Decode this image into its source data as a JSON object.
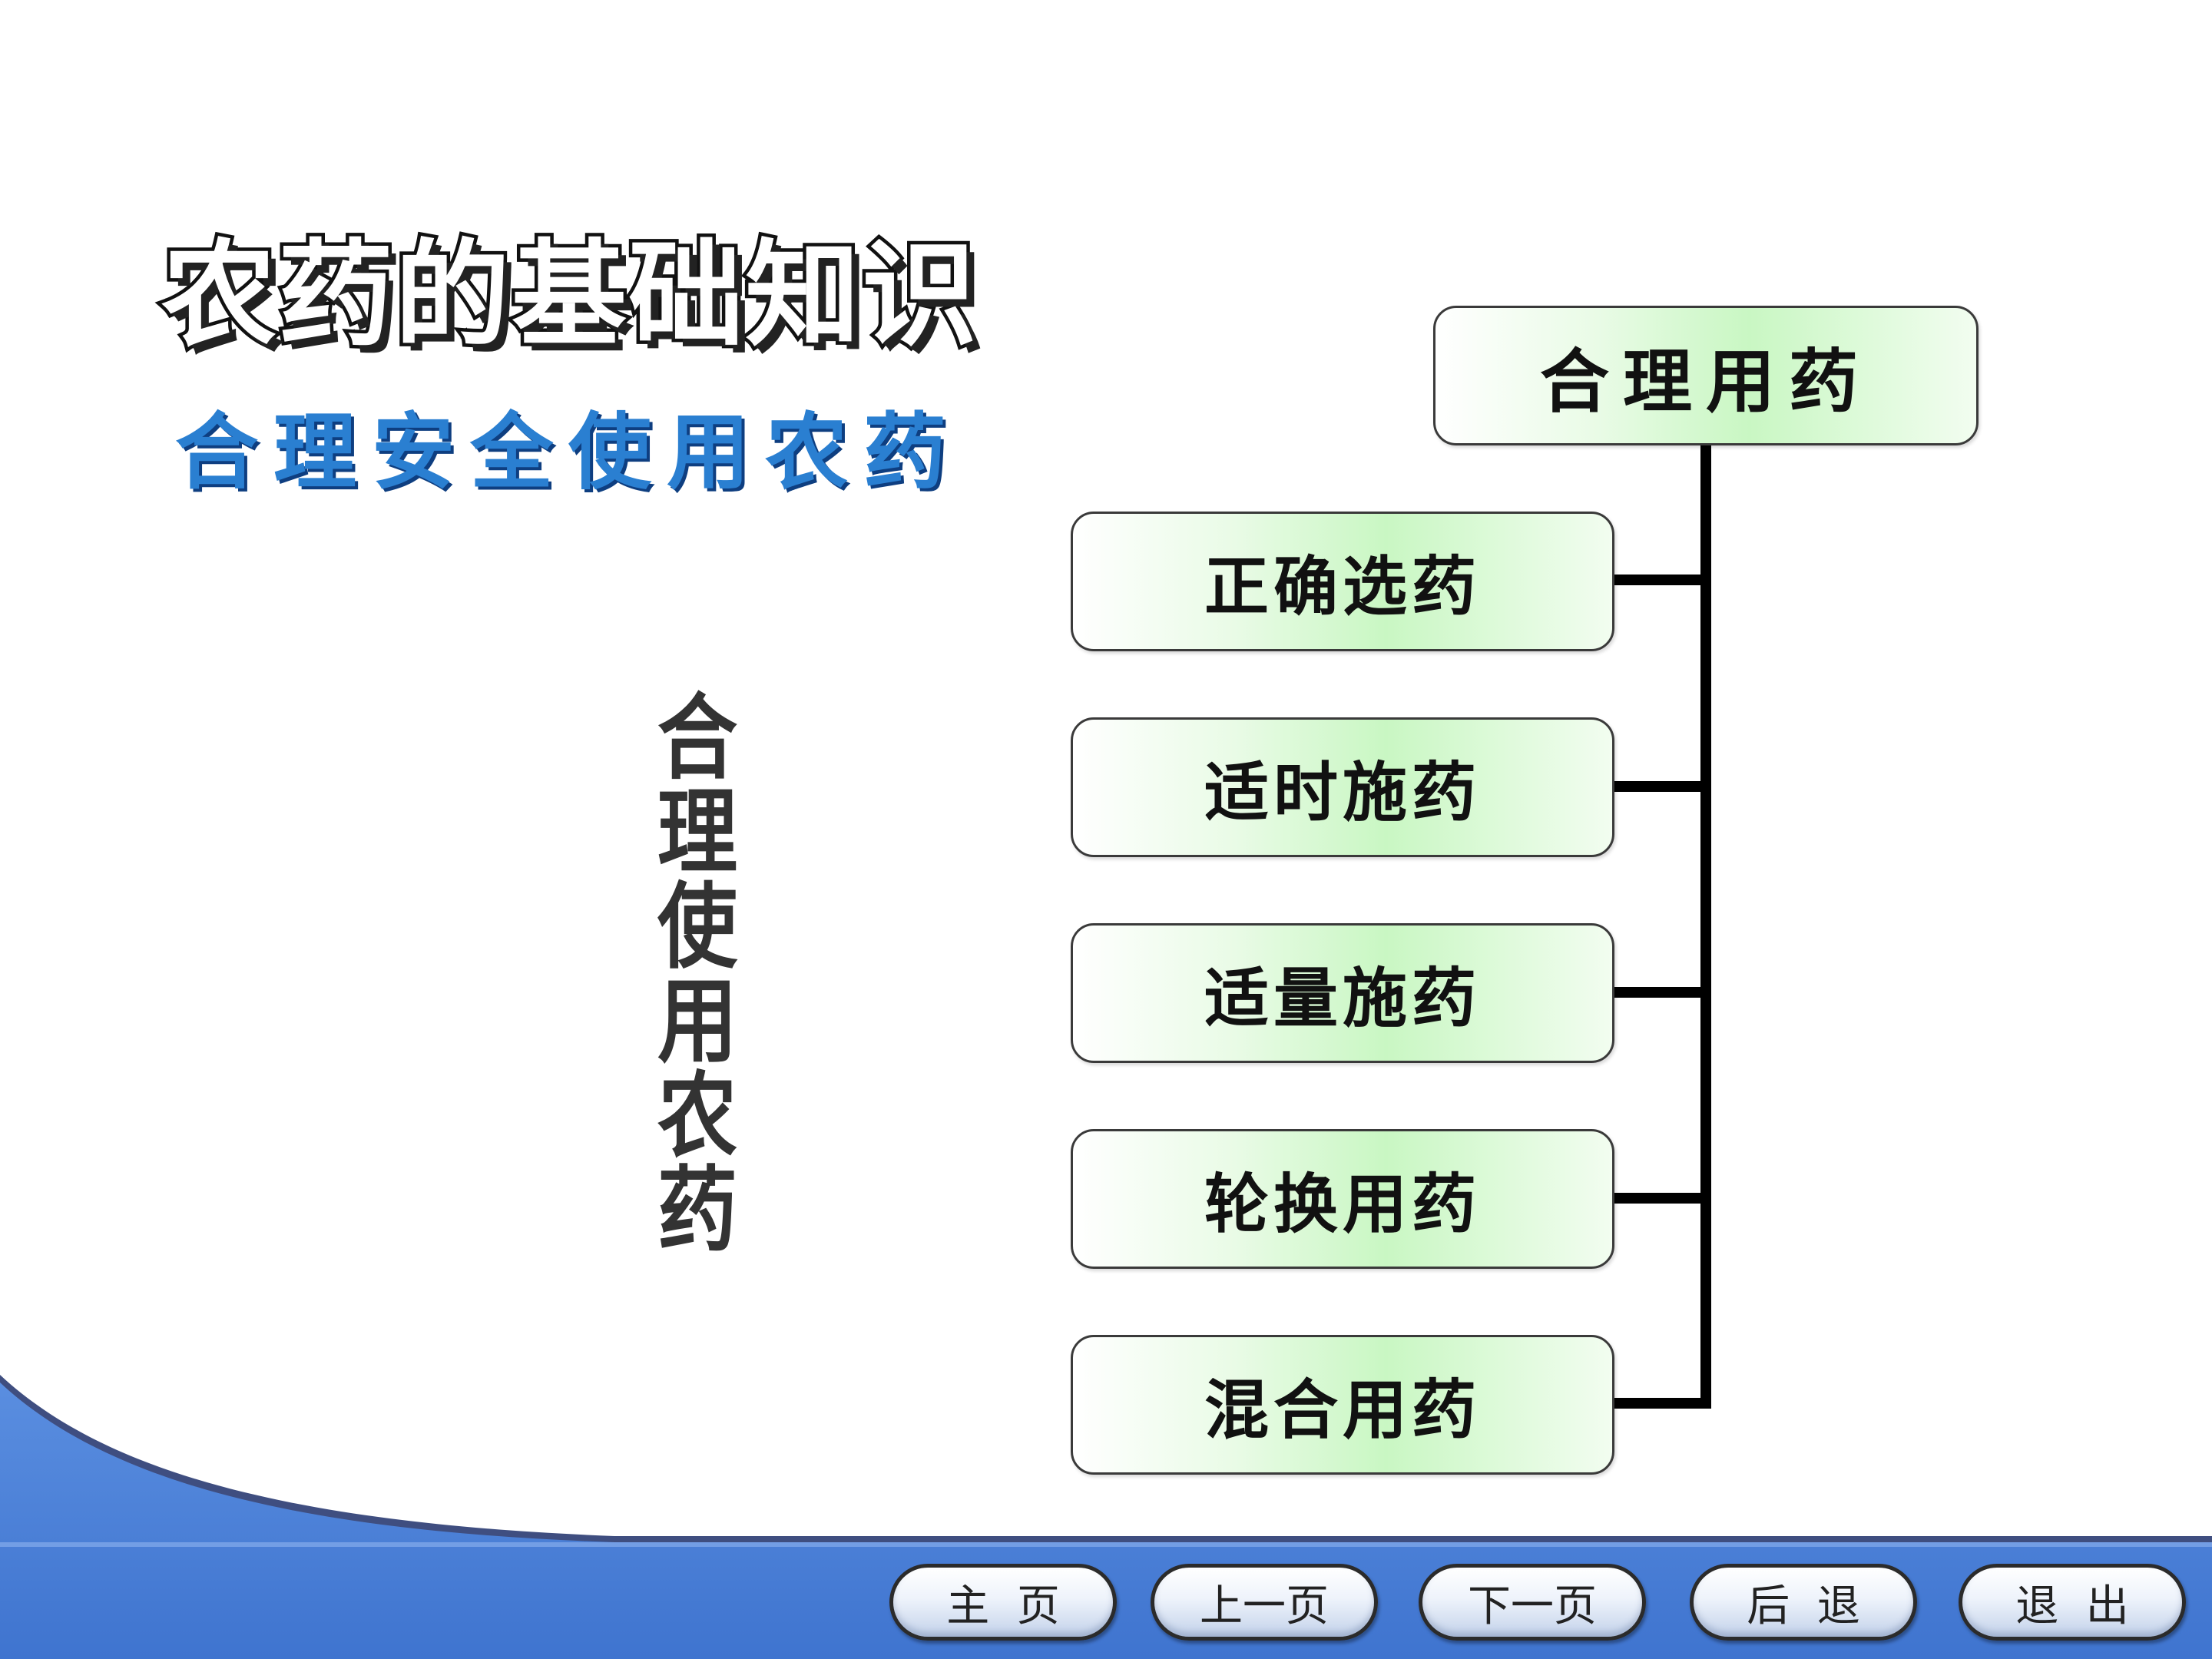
{
  "header": {
    "title": "农药的基础知识",
    "subtitle": "合理安全使用农药"
  },
  "side_label": {
    "chars": [
      "合",
      "理",
      "使",
      "用",
      "农",
      "药"
    ]
  },
  "diagram": {
    "root": "合理用药",
    "children": [
      "正确选药",
      "适时施药",
      "适量施药",
      "轮换用药",
      "混合用药"
    ]
  },
  "nav": {
    "home": "主  页",
    "prev": "上一页",
    "next": "下一页",
    "back": "后  退",
    "exit": "退  出"
  },
  "colors": {
    "subtitle": "#2a7fd1",
    "wave": "#4a7fd6",
    "node_fill": "#c9f7c3"
  }
}
